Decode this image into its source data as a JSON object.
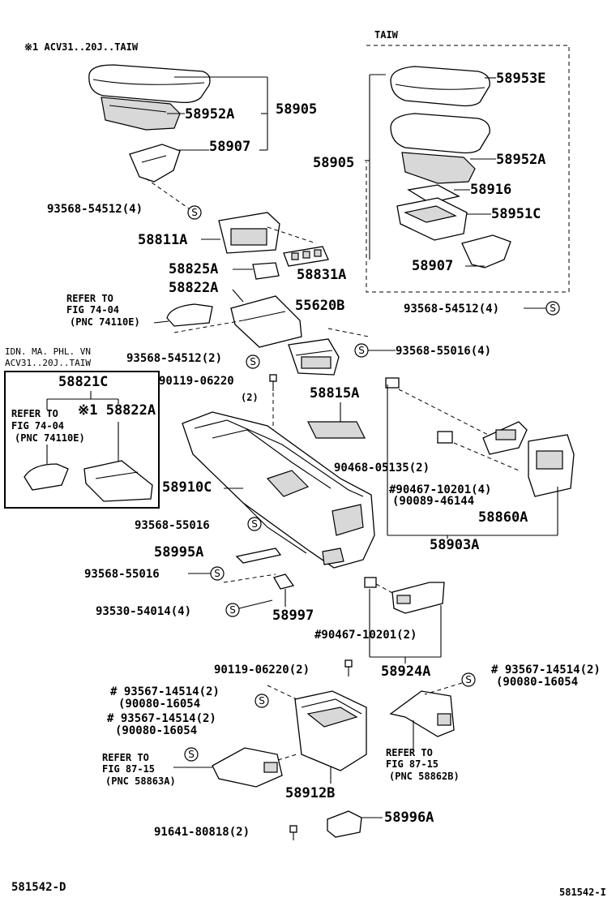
{
  "headers": {
    "note1": "※1 ACV31..20J..TAIW",
    "taiw": "TAIW",
    "note_idn": "IDN. MA. PHL. VN",
    "note_idn2": "ACV31..20J..TAIW"
  },
  "parts": {
    "p58905": "58905",
    "p58952A": "58952A",
    "p58907": "58907",
    "p93568_54512_4": "93568-54512(4)",
    "p58811A": "58811A",
    "p58825A": "58825A",
    "p58831A": "58831A",
    "p58822A": "58822A",
    "p55620B": "55620B",
    "p93568_54512_2": "93568-54512(2)",
    "p93568_55016_4": "93568-55016(4)",
    "p90119_06220": "90119-06220",
    "p90119_06220_qty": "(2)",
    "p58815A": "58815A",
    "p58910C": "58910C",
    "p90468_05135": "90468-05135(2)",
    "p90467_10201_4": "#90467-10201(4)",
    "p90089_46144": "(90089-46144",
    "p58860A": "58860A",
    "p58903A": "58903A",
    "p93568_55016_a": "93568-55016",
    "p58995A": "58995A",
    "p93568_55016_b": "93568-55016",
    "p93530_54014": "93530-54014(4)",
    "p58997": "58997",
    "p90467_10201_2": "#90467-10201(2)",
    "p90119_06220_2": "90119-06220(2)",
    "p58924A": "58924A",
    "p93567_14514_r": "# 93567-14514(2)",
    "p90080_16054_r": "(90080-16054",
    "p93567_14514_l1": "# 93567-14514(2)",
    "p90080_16054_l1": "(90080-16054",
    "p93567_14514_l2": "# 93567-14514(2)",
    "p90080_16054_l2": "(90080-16054",
    "p58912B": "58912B",
    "p58996A": "58996A",
    "p91641_80818": "91641-80818(2)",
    "t58905": "58905",
    "t58953E": "58953E",
    "t58952A": "58952A",
    "t58916": "58916",
    "t58951C": "58951C",
    "t58907": "58907",
    "t93568_54512_4": "93568-54512(4)",
    "b58821C": "58821C",
    "b58822A": "※1 58822A"
  },
  "refs": {
    "r1_a": "REFER TO",
    "r1_b": "FIG 74-04",
    "r1_c": "(PNC 74110E)",
    "r2_a": "REFER TO",
    "r2_b": "FIG 74-04",
    "r2_c": "(PNC 74110E)",
    "r3_a": "REFER TO",
    "r3_b": "FIG 87-15",
    "r3_c": "(PNC 58863A)",
    "r4_a": "REFER TO",
    "r4_b": "FIG 87-15",
    "r4_c": "(PNC 58862B)"
  },
  "symbol": "S",
  "footer": {
    "left": "581542-D",
    "right": "581542-I"
  }
}
